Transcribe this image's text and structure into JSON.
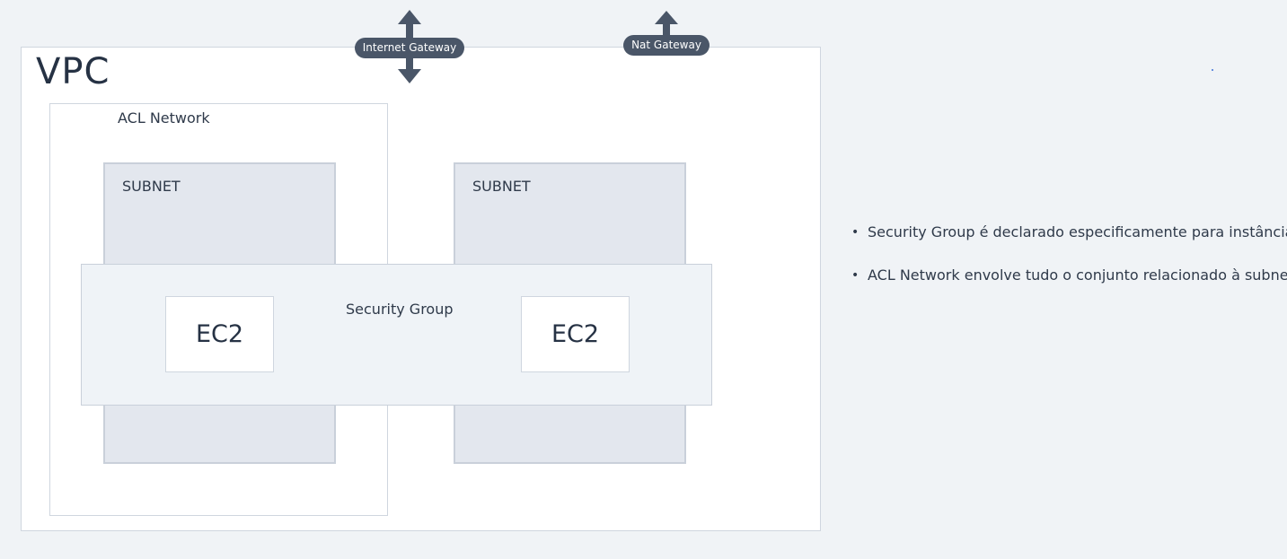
{
  "diagram": {
    "vpc": {
      "title": "VPC"
    },
    "acl": {
      "label": "ACL Network"
    },
    "subnets": [
      {
        "label": "SUBNET"
      },
      {
        "label": "SUBNET"
      }
    ],
    "security_group": {
      "label": "Security Group",
      "instances": [
        {
          "label": "EC2"
        },
        {
          "label": "EC2"
        }
      ]
    },
    "gateways": {
      "internet": {
        "label": "Internet Gateway",
        "direction": "bidirectional"
      },
      "nat": {
        "label": "Nat Gateway",
        "direction": "outbound"
      }
    }
  },
  "notes": [
    "Security Group é declarado especificamente para instância.",
    "ACL Network envolve tudo o conjunto relacionado à subnet."
  ],
  "colors": {
    "background": "#f0f3f6",
    "container": "#ffffff",
    "subnet_fill": "#e3e7ee",
    "security_group_fill": "#eff3f7",
    "border": "#cfd6df",
    "gateway": "#4a5668",
    "text": "#2f3a4a"
  }
}
